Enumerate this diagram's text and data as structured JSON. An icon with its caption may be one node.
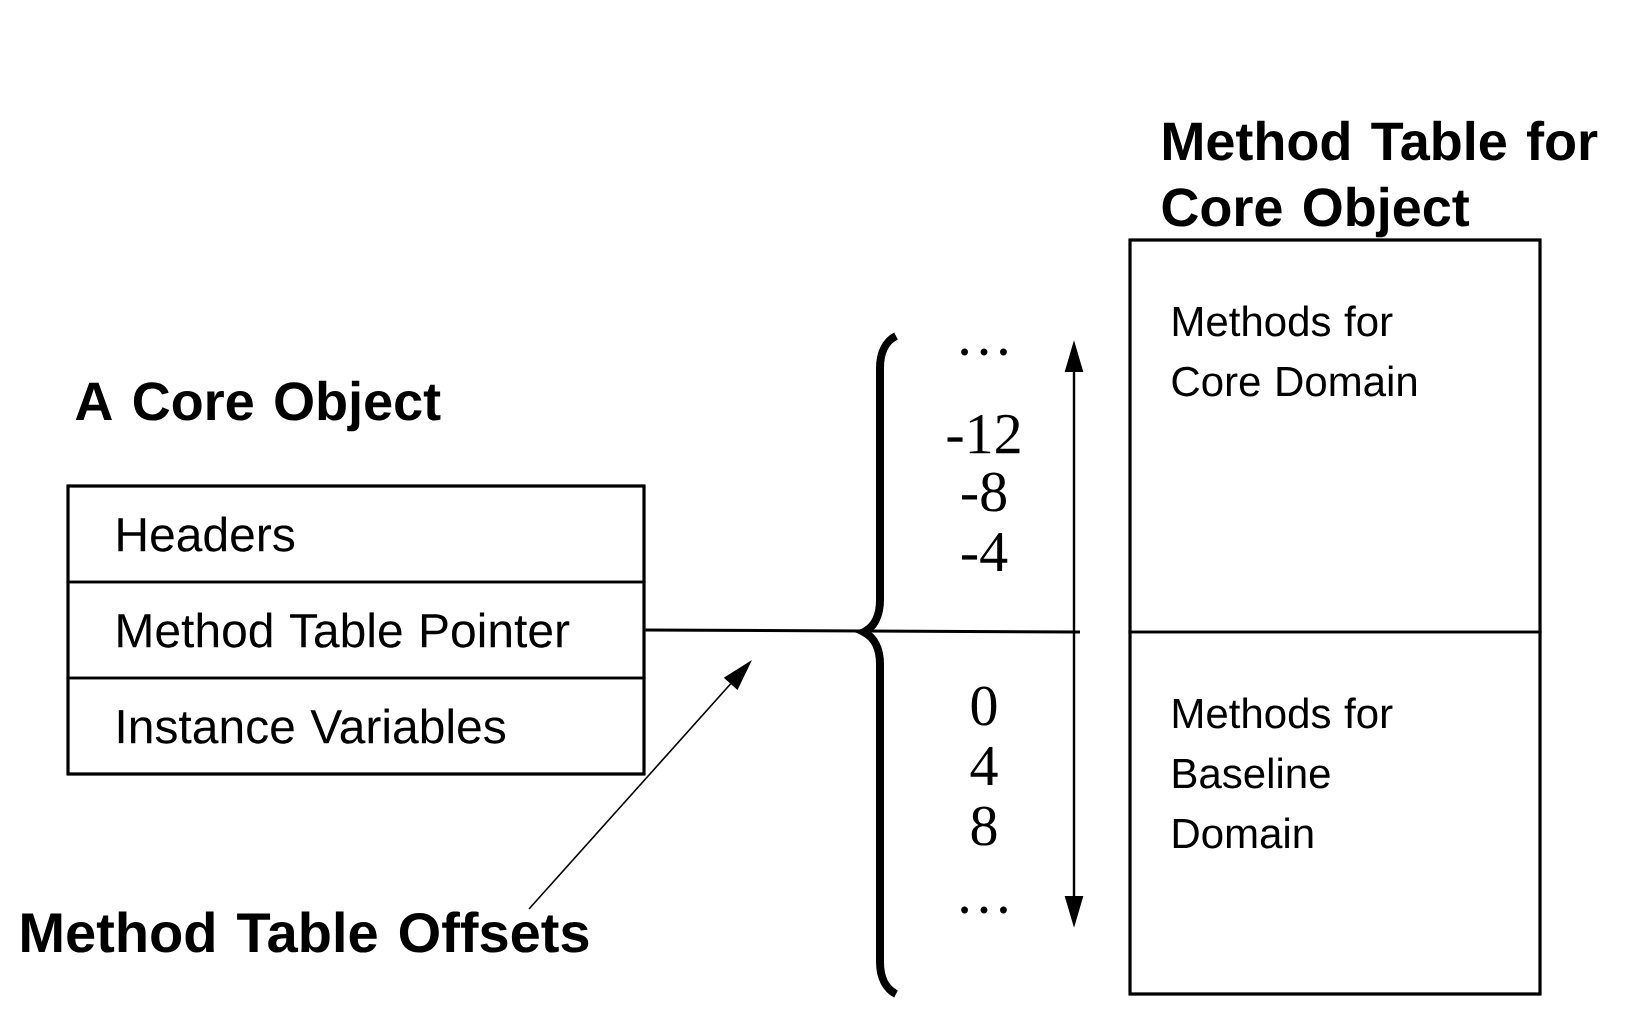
{
  "diagram": {
    "nodes": [
      {
        "text": [
          "A Core Object"
        ]
      },
      {
        "text": [
          "Headers"
        ],
        "in": 0
      },
      {
        "text": [
          "Method Table Pointer"
        ],
        "in": 0
      },
      {
        "text": [
          "Instance Variables"
        ],
        "in": 0
      },
      {
        "text": [
          "Method Table for Core Object"
        ]
      },
      {
        "text": [
          "Methods for Core Domain"
        ],
        "in": 4
      },
      {
        "text": [
          "Methods for Baseline Domain"
        ],
        "in": 4
      },
      {
        "text": [
          "Method Table Offsets"
        ]
      }
    ],
    "edges": [
      {
        "from": 2,
        "to": null,
        "arrow": "none"
      },
      {
        "from": 7,
        "to": null,
        "arrow": "to"
      }
    ],
    "labels": [
      "…",
      "-12",
      "-8",
      "-4",
      "0",
      "4",
      "8",
      "…"
    ]
  }
}
